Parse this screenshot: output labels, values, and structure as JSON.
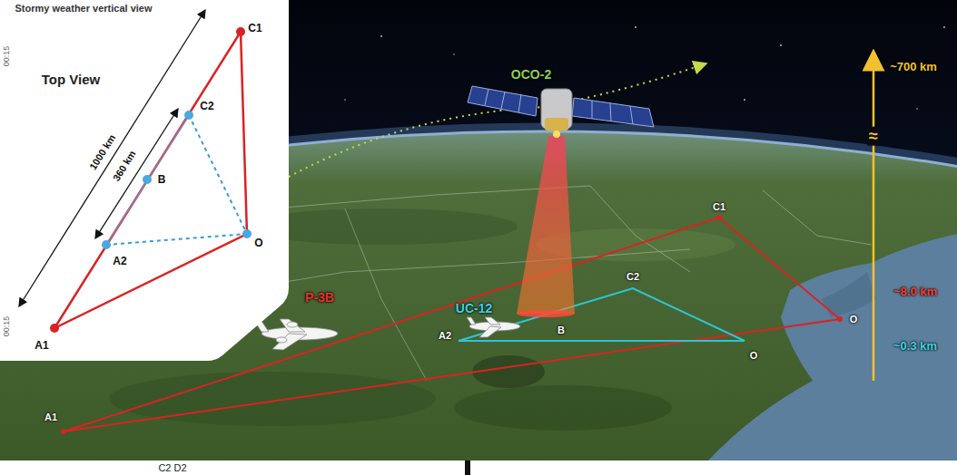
{
  "diagram": {
    "labels": [
      "Stormy weather vertical view",
      "00:15",
      "00:15",
      "Top View",
      "1000 km",
      "360 km",
      "C1",
      "C2",
      "B",
      "A2",
      "O",
      "A1",
      "OCO-2",
      "~700 km",
      "≈",
      "~8.0 km",
      "~0.3 km",
      "P-3B",
      "UC-12",
      "C1",
      "C2",
      "B",
      "A2",
      "O",
      "O",
      "A1",
      "C2 D2"
    ]
  }
}
